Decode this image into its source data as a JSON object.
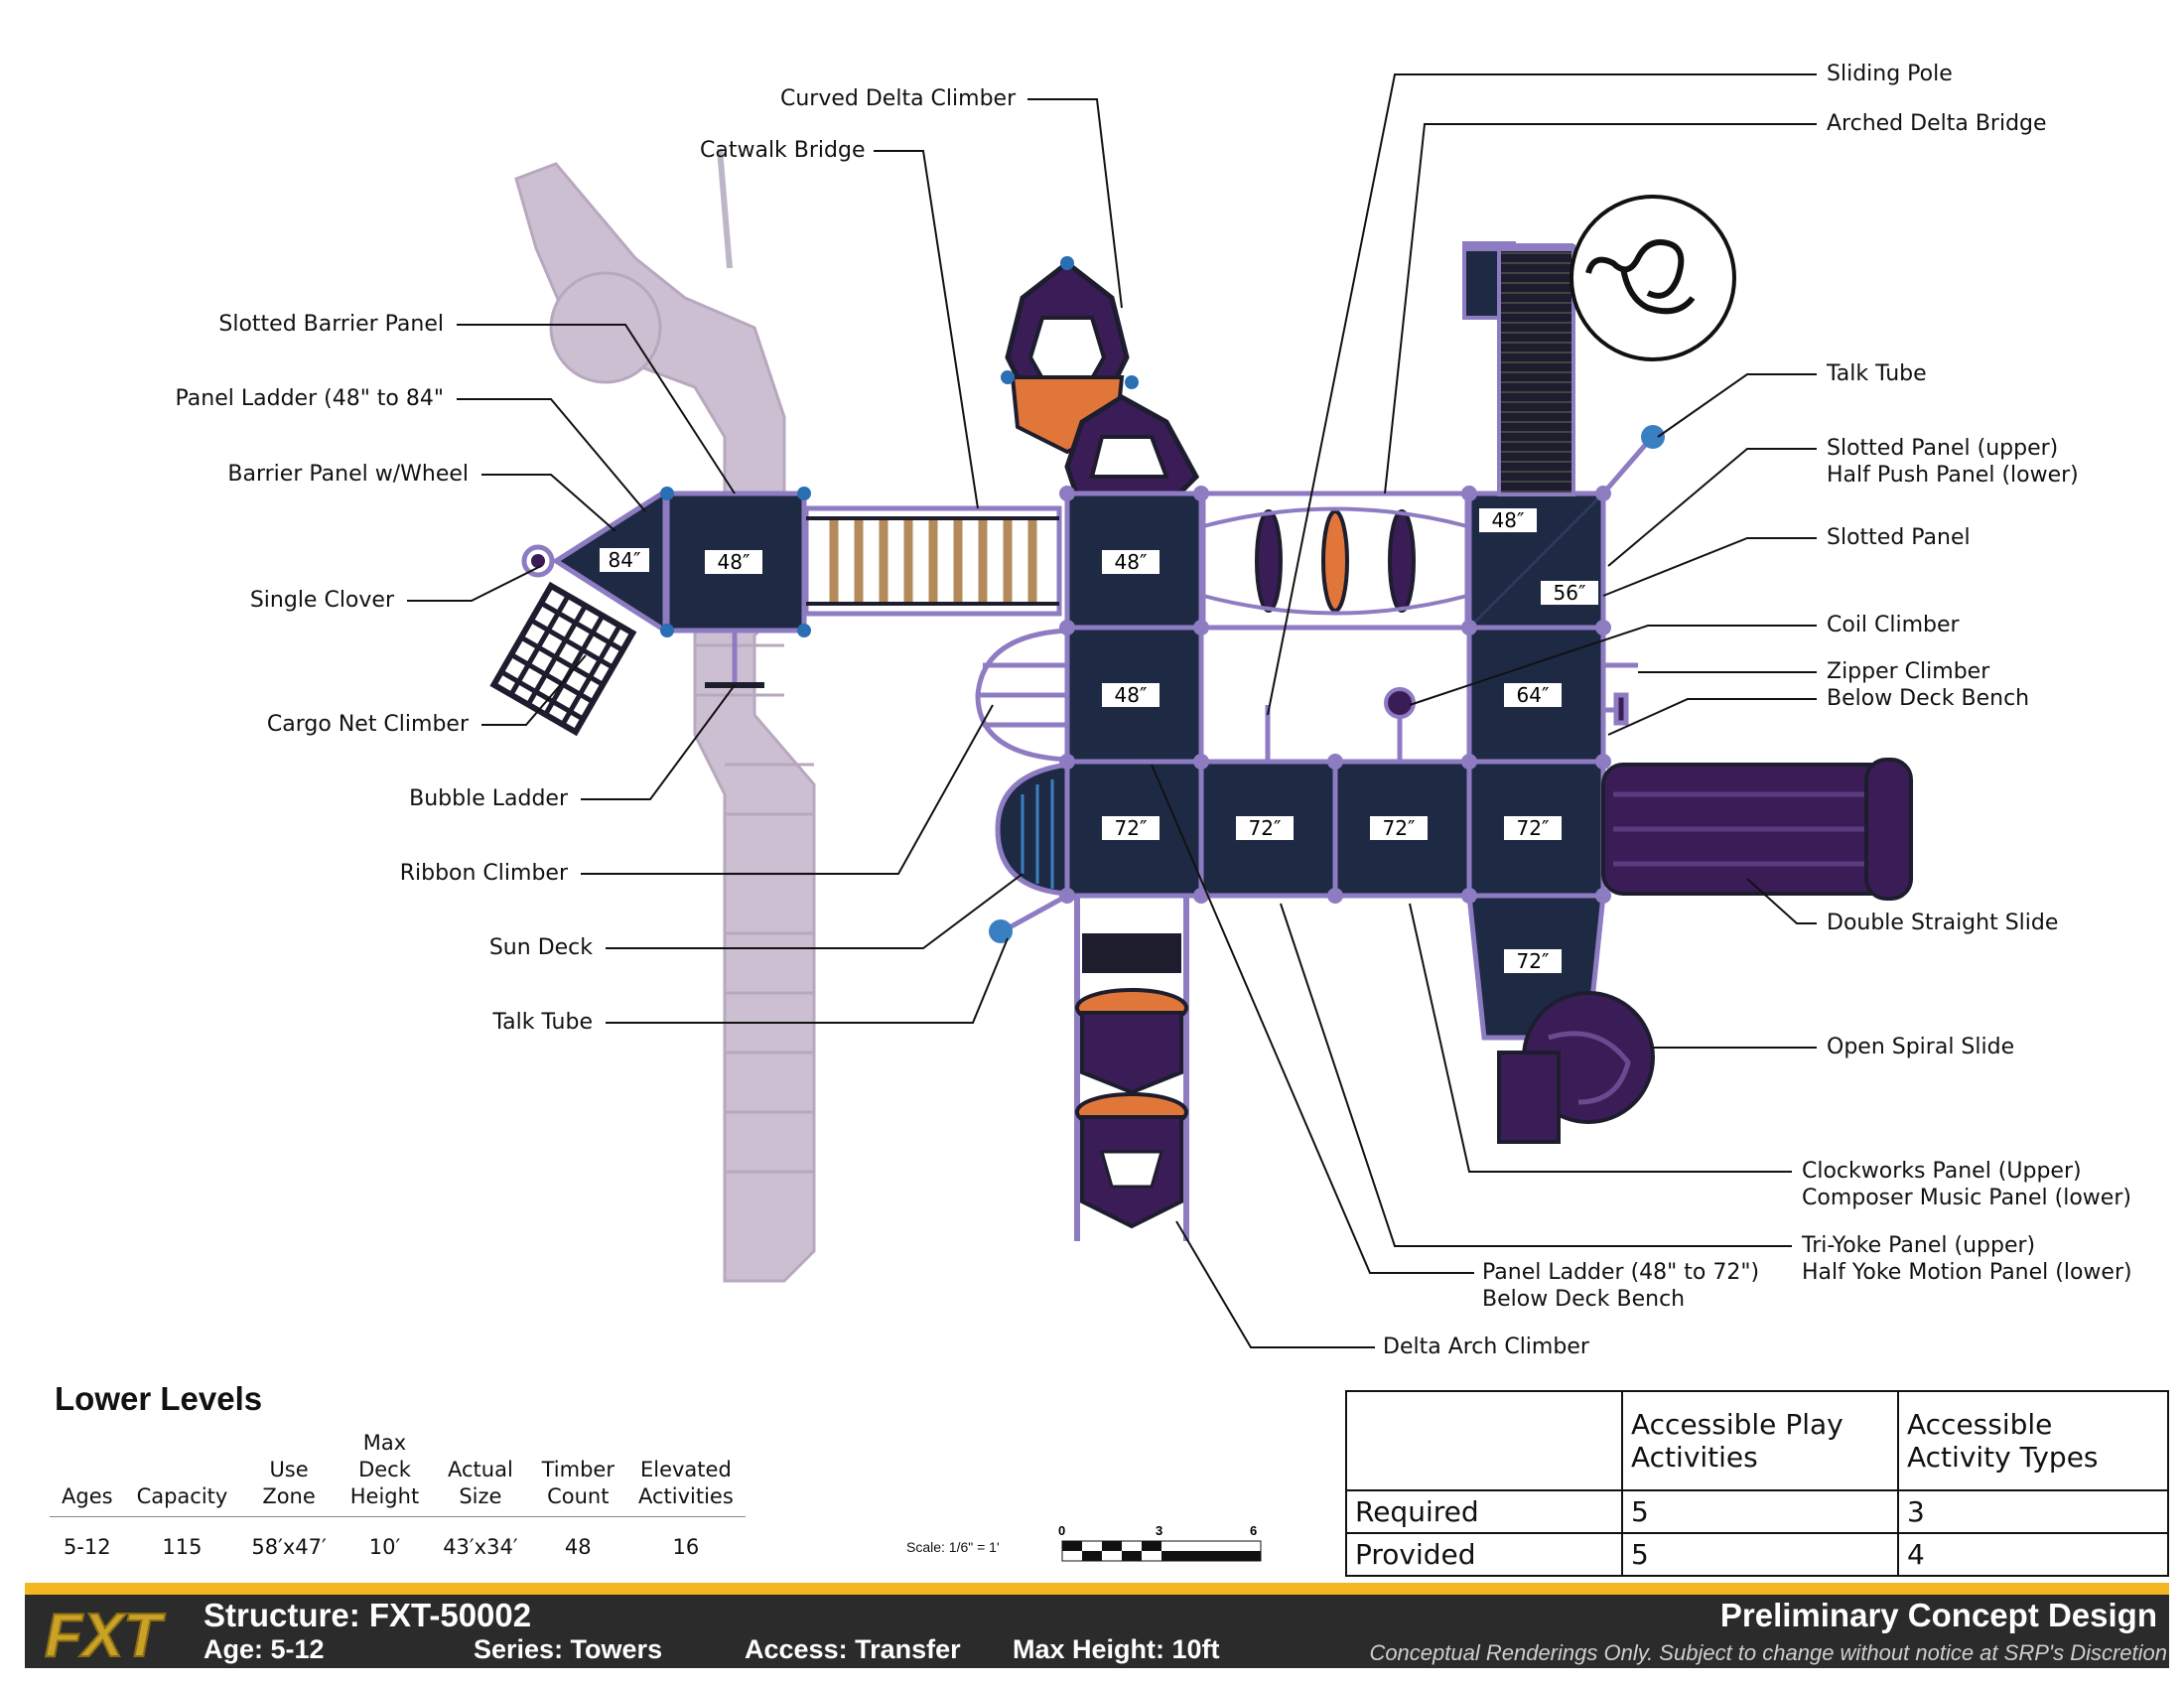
{
  "labels_left": [
    {
      "id": "slotted-barrier-panel",
      "text": "Slotted Barrier Panel"
    },
    {
      "id": "panel-ladder-84",
      "text": "Panel Ladder (48\" to 84\""
    },
    {
      "id": "barrier-panel-wheel",
      "text": "Barrier Panel w/Wheel"
    },
    {
      "id": "single-clover",
      "text": "Single Clover"
    },
    {
      "id": "cargo-net-climber",
      "text": "Cargo Net Climber"
    },
    {
      "id": "bubble-ladder",
      "text": "Bubble Ladder"
    },
    {
      "id": "ribbon-climber",
      "text": "Ribbon Climber"
    },
    {
      "id": "sun-deck",
      "text": "Sun Deck"
    },
    {
      "id": "talk-tube-left",
      "text": "Talk Tube"
    }
  ],
  "labels_top": [
    {
      "id": "curved-delta-climber",
      "text": "Curved Delta Climber"
    },
    {
      "id": "catwalk-bridge",
      "text": "Catwalk Bridge"
    }
  ],
  "labels_right": [
    {
      "id": "sliding-pole",
      "text": "Sliding Pole"
    },
    {
      "id": "arched-delta-bridge",
      "text": "Arched Delta Bridge"
    },
    {
      "id": "talk-tube-right",
      "text": "Talk Tube"
    },
    {
      "id": "slotted-panel-upper",
      "text": "Slotted Panel (upper)"
    },
    {
      "id": "half-push-panel",
      "text": "Half Push Panel (lower)"
    },
    {
      "id": "slotted-panel",
      "text": "Slotted Panel"
    },
    {
      "id": "coil-climber",
      "text": "Coil Climber"
    },
    {
      "id": "zipper-climber",
      "text": "Zipper Climber"
    },
    {
      "id": "below-deck-bench-right",
      "text": "Below Deck Bench"
    },
    {
      "id": "double-straight-slide",
      "text": "Double Straight Slide"
    },
    {
      "id": "open-spiral-slide",
      "text": "Open Spiral Slide"
    },
    {
      "id": "clockworks-panel",
      "text": "Clockworks Panel (Upper)"
    },
    {
      "id": "composer-music-panel",
      "text": "Composer Music Panel (lower)"
    },
    {
      "id": "tri-yoke-panel",
      "text": "Tri-Yoke Panel (upper)"
    },
    {
      "id": "half-yoke-motion",
      "text": "Half Yoke Motion Panel (lower)"
    }
  ],
  "labels_bottom": [
    {
      "id": "panel-ladder-72",
      "text": "Panel Ladder (48\" to 72\")"
    },
    {
      "id": "below-deck-bench-bottom",
      "text": "Below Deck Bench"
    },
    {
      "id": "delta-arch-climber",
      "text": "Delta Arch Climber"
    }
  ],
  "deck_heights": [
    "84″",
    "48″",
    "48″",
    "48″",
    "72″",
    "72″",
    "72″",
    "72″",
    "48″",
    "56″",
    "64″",
    "72″"
  ],
  "lower_levels": {
    "title": "Lower Levels",
    "headers": [
      [
        "Ages"
      ],
      [
        "Capacity"
      ],
      [
        "Use",
        "Zone"
      ],
      [
        "Max",
        "Deck",
        "Height"
      ],
      [
        "Actual",
        "Size"
      ],
      [
        "Timber",
        "Count"
      ],
      [
        "Elevated",
        "Activities"
      ]
    ],
    "values": [
      "5-12",
      "115",
      "58′x47′",
      "10′",
      "43′x34′",
      "48",
      "16"
    ]
  },
  "scale": {
    "text": "Scale: 1/6\" = 1'",
    "ticks": [
      "0",
      "3",
      "6"
    ]
  },
  "accessibility": {
    "col1": "Accessible Play Activities",
    "col2": "Accessible Activity Types",
    "rows": [
      {
        "label": "Required",
        "play": "5",
        "types": "3"
      },
      {
        "label": "Provided",
        "play": "5",
        "types": "4"
      }
    ]
  },
  "footer": {
    "logo": "FXT",
    "structure": "Structure: FXT-50002",
    "age": "Age: 5-12",
    "series": "Series: Towers",
    "access": "Access: Transfer",
    "max_height": "Max Height: 10ft",
    "design": "Preliminary Concept Design",
    "note": "Conceptual Renderings Only. Subject to change without notice at SRP's Discretion"
  },
  "colors": {
    "deck": "#1e2a44",
    "frame": "#8e7cc3",
    "purple": "#3a1d57",
    "orange": "#e0763a",
    "ghost": "#cdbfd2",
    "accent": "#f3b721",
    "footer": "#2b2b2b"
  }
}
